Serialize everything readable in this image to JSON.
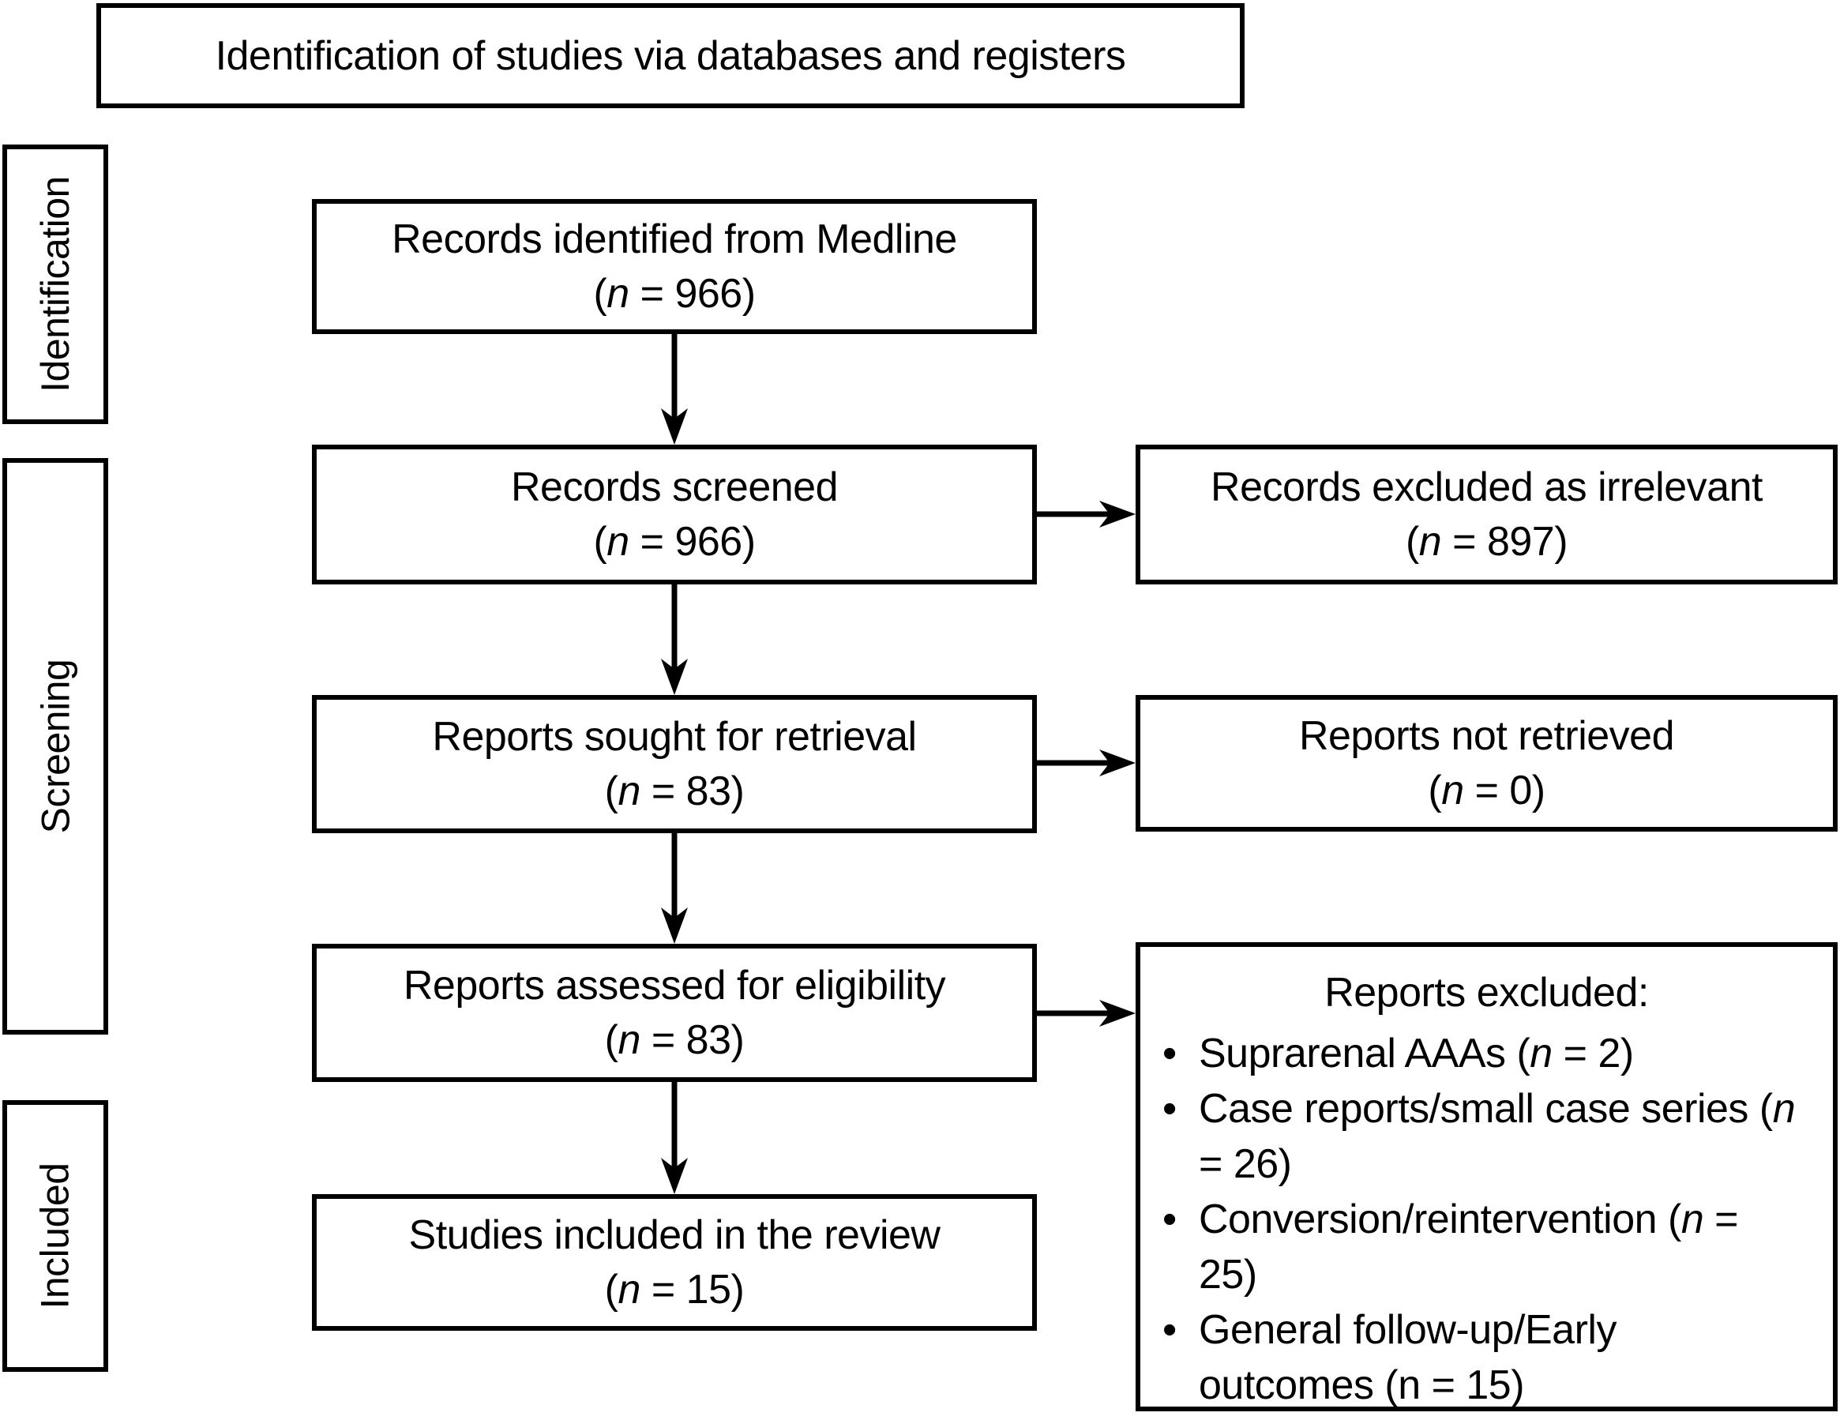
{
  "title": "Identification of studies via databases and registers",
  "stages": {
    "identification": "Identification",
    "screening": "Screening",
    "included": "Included"
  },
  "flow": {
    "records_identified": {
      "label": "Records identified from Medline",
      "count": "(n = 966)"
    },
    "records_screened": {
      "label": "Records screened",
      "count": "(n = 966)"
    },
    "reports_sought": {
      "label": "Reports sought for retrieval",
      "count": "(n = 83)"
    },
    "reports_assessed": {
      "label": "Reports assessed for eligibility",
      "count": "(n = 83)"
    },
    "studies_included": {
      "label": "Studies included in the review",
      "count": "(n = 15)"
    }
  },
  "exclusions": {
    "records_excluded": {
      "label": "Records excluded as irrelevant",
      "count": "(n = 897)"
    },
    "reports_not_retrieved": {
      "label": "Reports not retrieved",
      "count": "(n = 0)"
    },
    "reports_excluded": {
      "title": "Reports excluded:",
      "bullet_icon": "•",
      "items": [
        "Suprarenal AAAs (n = 2)",
        "Case reports/small case series (n = 26)",
        "Conversion/reintervention (n = 25)",
        "General follow-up/Early outcomes (n = 15)"
      ]
    }
  },
  "colors": {
    "ink": "#000000",
    "paper": "#ffffff"
  }
}
